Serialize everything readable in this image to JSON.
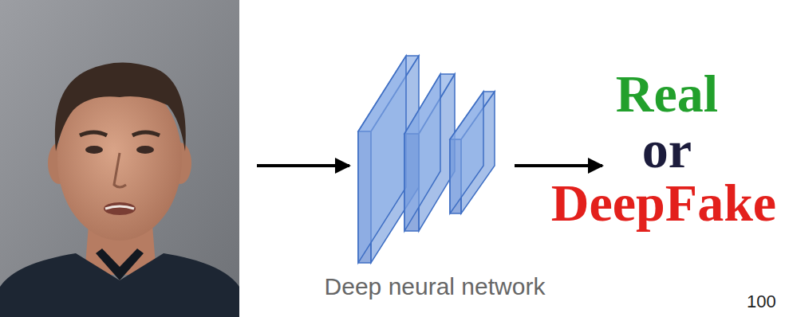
{
  "diagram": {
    "nodes": [
      {
        "text": [
          "Deep neural network"
        ]
      }
    ],
    "labels": [
      "Real",
      "or",
      "DeepFake",
      "100"
    ]
  }
}
